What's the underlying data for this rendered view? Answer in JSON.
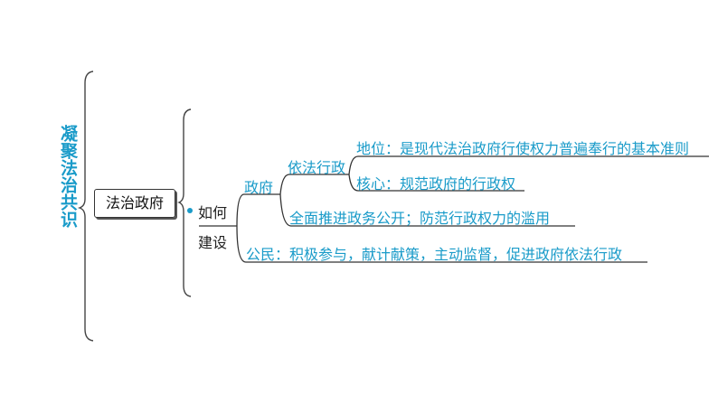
{
  "title": "凝聚法治共识",
  "root": "法治政府",
  "branch": {
    "line1": "如何",
    "line2": "建设"
  },
  "government": {
    "label": "政府",
    "sub_label": "依法行政",
    "position": "地位：是现代法治政府行使权力普遍奉行的基本准则",
    "core": "核心：规范政府的行政权",
    "measures": "全面推进政务公开；防范行政权力的滥用"
  },
  "citizens": "公民：积极参与，献计献策，主动监督，促进政府依法行政",
  "colors": {
    "accent": "#1a9bc9",
    "text": "#222222",
    "line": "#333333"
  }
}
